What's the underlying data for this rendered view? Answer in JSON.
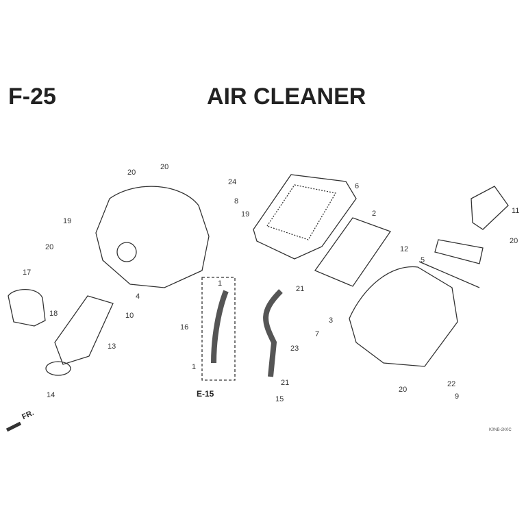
{
  "header": {
    "code": "F-25",
    "title": "AIR CLEANER"
  },
  "callouts": [
    {
      "n": "20",
      "id": "a"
    },
    {
      "n": "20",
      "id": "b"
    },
    {
      "n": "24",
      "id": "c"
    },
    {
      "n": "8",
      "id": "d"
    },
    {
      "n": "19",
      "id": "e"
    },
    {
      "n": "19",
      "id": "f"
    },
    {
      "n": "20",
      "id": "g"
    },
    {
      "n": "6",
      "id": "h"
    },
    {
      "n": "2",
      "id": "i"
    },
    {
      "n": "11",
      "id": "j"
    },
    {
      "n": "12",
      "id": "k"
    },
    {
      "n": "20",
      "id": "l"
    },
    {
      "n": "5",
      "id": "m"
    },
    {
      "n": "17",
      "id": "n"
    },
    {
      "n": "18",
      "id": "o"
    },
    {
      "n": "4",
      "id": "p"
    },
    {
      "n": "10",
      "id": "q"
    },
    {
      "n": "1",
      "id": "r"
    },
    {
      "n": "21",
      "id": "s"
    },
    {
      "n": "3",
      "id": "t"
    },
    {
      "n": "7",
      "id": "u"
    },
    {
      "n": "16",
      "id": "v"
    },
    {
      "n": "13",
      "id": "w"
    },
    {
      "n": "23",
      "id": "x"
    },
    {
      "n": "1",
      "id": "y"
    },
    {
      "n": "21",
      "id": "z"
    },
    {
      "n": "22",
      "id": "aa"
    },
    {
      "n": "20",
      "id": "ab"
    },
    {
      "n": "9",
      "id": "ac"
    },
    {
      "n": "14",
      "id": "ad"
    },
    {
      "n": "15",
      "id": "ae"
    }
  ],
  "reference": "E-15",
  "direction": "FR.",
  "drawing_code": "K0NB-2K0C"
}
